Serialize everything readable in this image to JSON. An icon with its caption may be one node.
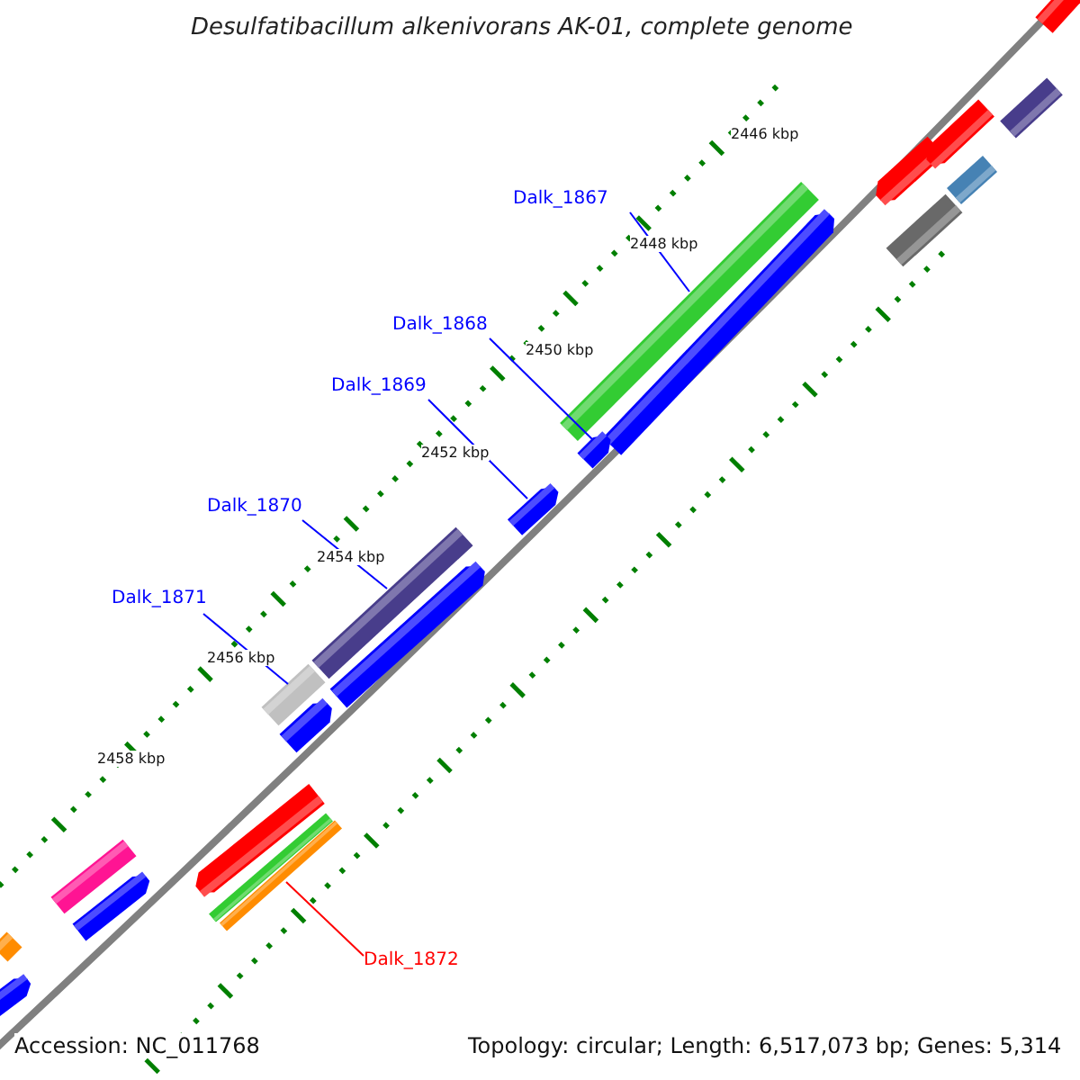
{
  "diagram": {
    "title": "Desulfatibacillum alkenivorans AK-01, complete genome",
    "nodes": [
      {
        "text": [
          "Dalk_1867"
        ]
      },
      {
        "text": [],
        "shape": "bar"
      },
      {
        "text": [
          "Dalk_1868"
        ]
      },
      {
        "text": [],
        "shape": "bar"
      },
      {
        "text": [
          "Dalk_1869"
        ]
      },
      {
        "text": [],
        "shape": "bar"
      },
      {
        "text": [
          "Dalk_1870"
        ]
      },
      {
        "text": [],
        "shape": "bar"
      },
      {
        "text": [
          "Dalk_1871"
        ]
      },
      {
        "text": [],
        "shape": "bar"
      },
      {
        "text": [],
        "shape": "bar"
      },
      {
        "text": [
          "Dalk_1872"
        ]
      }
    ],
    "edges": [
      {
        "from": 0,
        "to": 1,
        "arrow": "none"
      },
      {
        "from": 2,
        "to": 3,
        "arrow": "none"
      },
      {
        "from": 4,
        "to": 5,
        "arrow": "none"
      },
      {
        "from": 6,
        "to": 7,
        "arrow": "none"
      },
      {
        "from": 8,
        "to": 9,
        "arrow": "none"
      },
      {
        "from": 11,
        "to": 10,
        "arrow": "none",
        "color": "#ff0000"
      }
    ],
    "labels": [
      "2446 kbp",
      "2448 kbp",
      "2450 kbp",
      "2452 kbp",
      "2454 kbp",
      "2456 kbp",
      "2458 kbp",
      "Accession: NC_011768",
      "Topology: circular; Length: 6,517,073 bp; Genes: 5,314"
    ]
  }
}
